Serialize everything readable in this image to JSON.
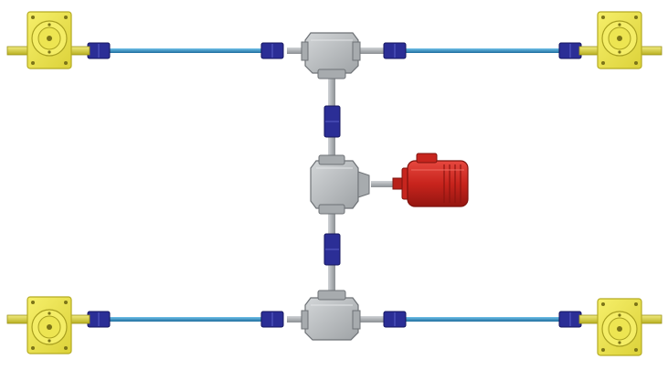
{
  "diagram": {
    "subject": "jack-lifting-system",
    "components": {
      "screw_jack": {
        "count": 4,
        "color": "#EBE34A",
        "edge": "#C9BE2A",
        "dark": "#7C7418"
      },
      "bevel_gearbox": {
        "count": 3,
        "color": "#B9BCBE",
        "edge": "#6E7276"
      },
      "motor": {
        "count": 1,
        "color": "#D42A22",
        "edge": "#8E1510"
      },
      "coupling": {
        "count": 10,
        "color": "#2B2E96"
      },
      "shaft": {
        "color": "#2E8FC6"
      },
      "stub_shaft": {
        "color": "#D9D13A"
      }
    }
  }
}
